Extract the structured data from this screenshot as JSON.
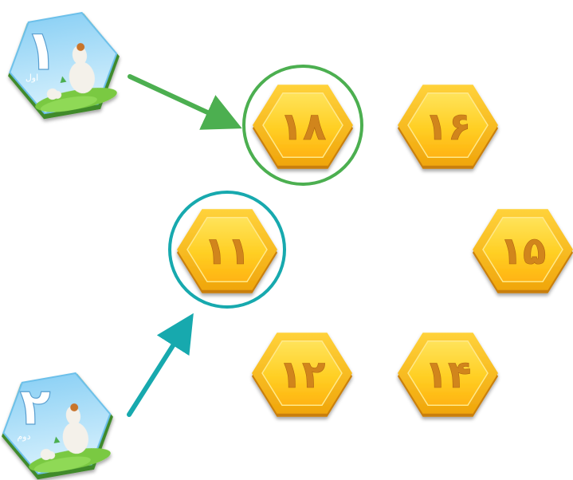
{
  "player_tiles": [
    {
      "number": "۱",
      "word": "اول",
      "color": "#4caf50"
    },
    {
      "number": "۲",
      "word": "دوم",
      "color": "#17a9ae"
    }
  ],
  "number_tiles": [
    "۱۸",
    "۱۶",
    "۱۱",
    "۱۵",
    "۱۲",
    "۱۴"
  ],
  "colors": {
    "tile_gold": "#ffc21a",
    "number_brown": "#d1851f",
    "first_highlight": "#4caf50",
    "second_highlight": "#17a9ae"
  }
}
